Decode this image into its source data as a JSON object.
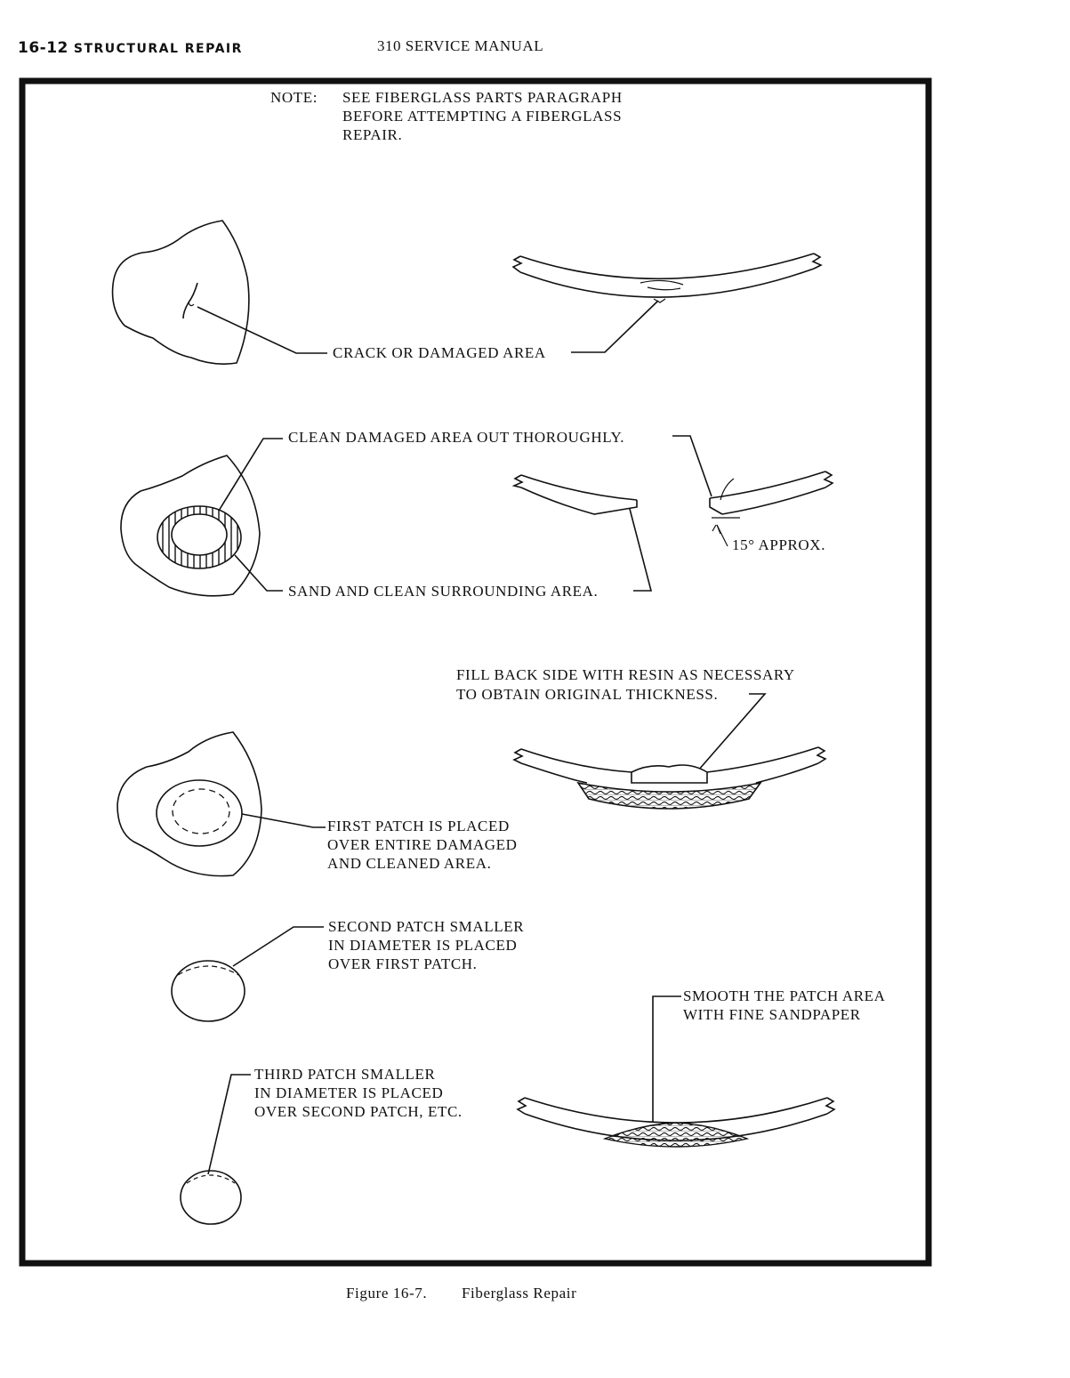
{
  "header": {
    "page_number": "16-12",
    "section": "STRUCTURAL REPAIR",
    "manual": "310 SERVICE MANUAL"
  },
  "note": {
    "prefix": "NOTE:",
    "lines": [
      "SEE FIBERGLASS PARTS PARAGRAPH",
      "BEFORE ATTEMPTING A FIBERGLASS",
      "REPAIR."
    ]
  },
  "callouts": {
    "crack": "CRACK OR DAMAGED AREA",
    "clean": "CLEAN DAMAGED AREA OUT THOROUGHLY.",
    "sand": "SAND AND CLEAN SURROUNDING AREA.",
    "angle": "15° APPROX.",
    "fill": [
      "FILL BACK SIDE WITH RESIN AS NECESSARY",
      "TO OBTAIN ORIGINAL THICKNESS."
    ],
    "first_patch": [
      "FIRST PATCH IS PLACED",
      "OVER ENTIRE DAMAGED",
      "AND CLEANED AREA."
    ],
    "second_patch": [
      "SECOND PATCH SMALLER",
      "IN DIAMETER IS PLACED",
      "OVER FIRST PATCH."
    ],
    "smooth": [
      "SMOOTH THE PATCH AREA",
      "WITH FINE SANDPAPER"
    ],
    "third_patch": [
      "THIRD PATCH SMALLER",
      "IN DIAMETER IS PLACED",
      "OVER SECOND PATCH, ETC."
    ]
  },
  "caption": {
    "figure": "Figure 16-7.",
    "title": "Fiberglass Repair"
  }
}
